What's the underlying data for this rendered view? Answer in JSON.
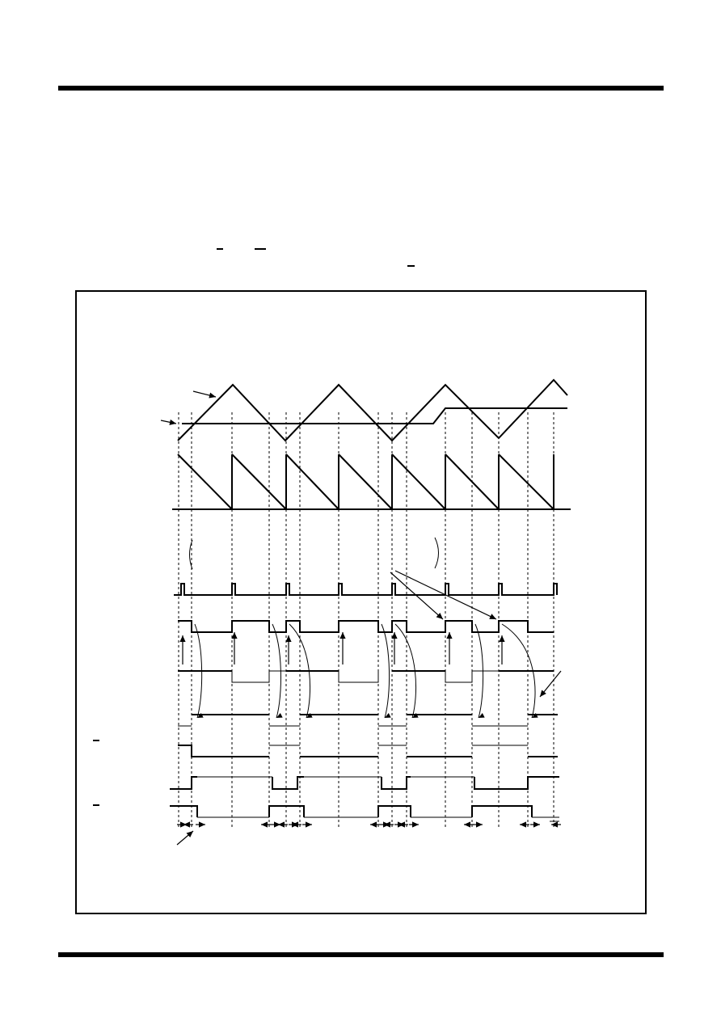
{
  "page": {
    "header_rule": "top",
    "footer_rule": "bottom"
  },
  "figure": {
    "kind": "PWM timing diagram",
    "waveforms": [
      "triangle-carrier",
      "reference-level",
      "sawtooth-counter",
      "compare-match-pulses",
      "signal-1",
      "signal-2",
      "signal-3",
      "signal-4",
      "signal-5",
      "signal-6"
    ],
    "active_low_marks": 2,
    "dead_time_segments": 11,
    "colors": {
      "line": "#000000",
      "background": "#ffffff"
    }
  }
}
